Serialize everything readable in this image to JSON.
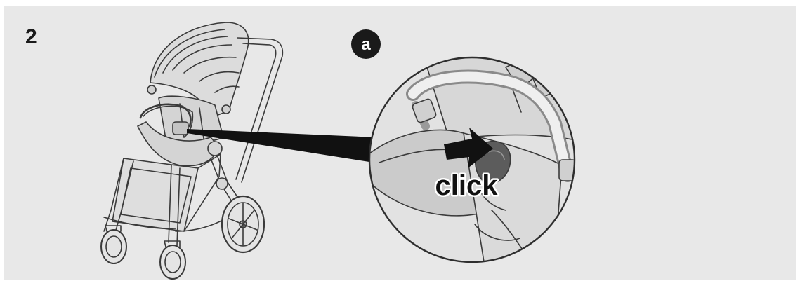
{
  "step_number": "2",
  "detail_badge": "a",
  "action_label": "click",
  "colors": {
    "panel_bg": "#e8e8e8",
    "line": "#3a3a3a",
    "seat_fill": "#d4d4d4",
    "canopy_fill": "#dcdcdc",
    "badge_fill": "#1a1a1a",
    "arrow_fill": "#111111"
  }
}
